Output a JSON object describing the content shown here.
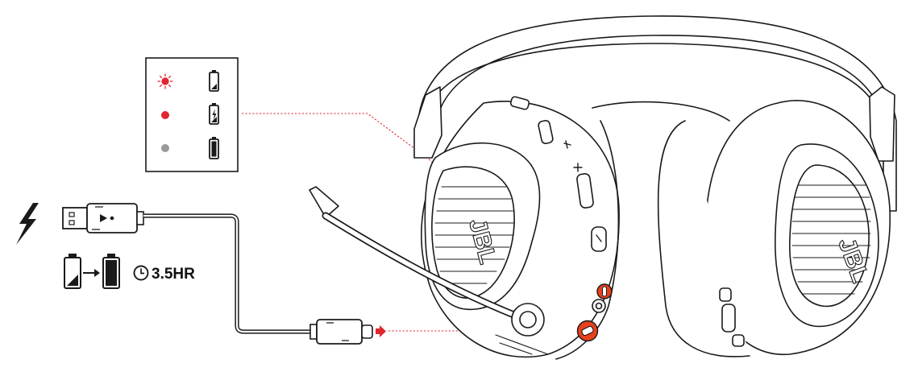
{
  "charge_time": {
    "text": "3.5HR",
    "icon": "clock-icon"
  },
  "led_status": {
    "rows": [
      {
        "led": "blinking-red",
        "led_color": "#e0262f",
        "battery": "low-battery-icon"
      },
      {
        "led": "solid-red",
        "led_color": "#e0262f",
        "battery": "charging-battery-icon"
      },
      {
        "led": "solid-grey",
        "led_color": "#9a9a9a",
        "battery": "full-battery-icon"
      }
    ]
  },
  "icons": {
    "power": "lightning-bolt-icon",
    "usb_a": "usb-a-plug-icon",
    "usb_c": "usb-c-plug-icon",
    "charge_arrow": "arrow-right-icon"
  },
  "colors": {
    "accent": "#e8401c",
    "led_red": "#e0262f",
    "led_grey": "#9a9a9a",
    "line": "#1a1a1a",
    "leader": "#e0262f"
  }
}
